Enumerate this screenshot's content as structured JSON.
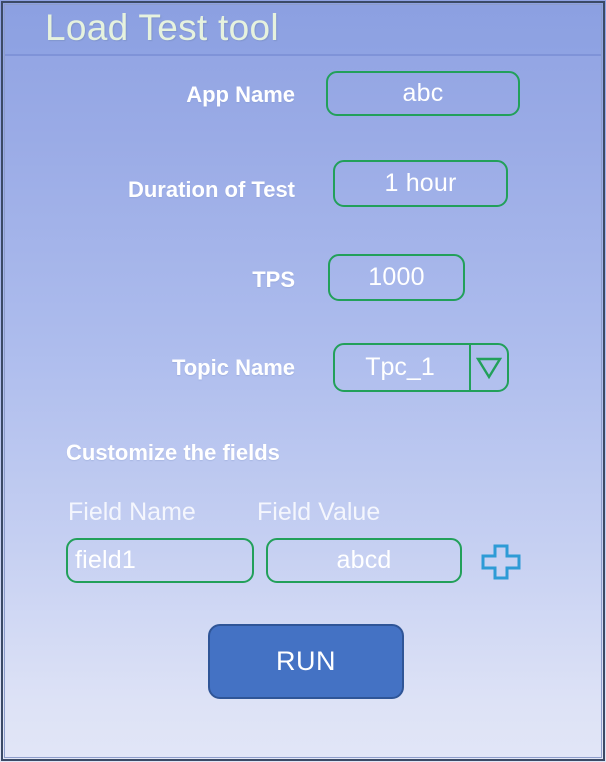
{
  "window": {
    "title": "Load Test tool"
  },
  "form": {
    "app_name": {
      "label": "App Name",
      "value": "abc"
    },
    "duration": {
      "label": "Duration of Test",
      "value": "1 hour"
    },
    "tps": {
      "label": "TPS",
      "value": "1000"
    },
    "topic": {
      "label": "Topic Name",
      "value": "Tpc_1",
      "arrow_icon": "chevron-down-icon"
    }
  },
  "customize": {
    "heading": "Customize the fields",
    "field_name_label": "Field Name",
    "field_value_label": "Field Value",
    "field_name_value": "field1",
    "field_value_value": "abcd",
    "add_icon": "plus-icon"
  },
  "actions": {
    "run_label": "RUN"
  },
  "colors": {
    "accent_green": "#22a05a",
    "run_button": "#4472c4",
    "run_button_border": "#2f5597",
    "plus_blue": "#2e9bd6",
    "title_text": "#e6f2de",
    "background_top": "#8fa2e2",
    "background_bottom": "#e2e6f7"
  }
}
